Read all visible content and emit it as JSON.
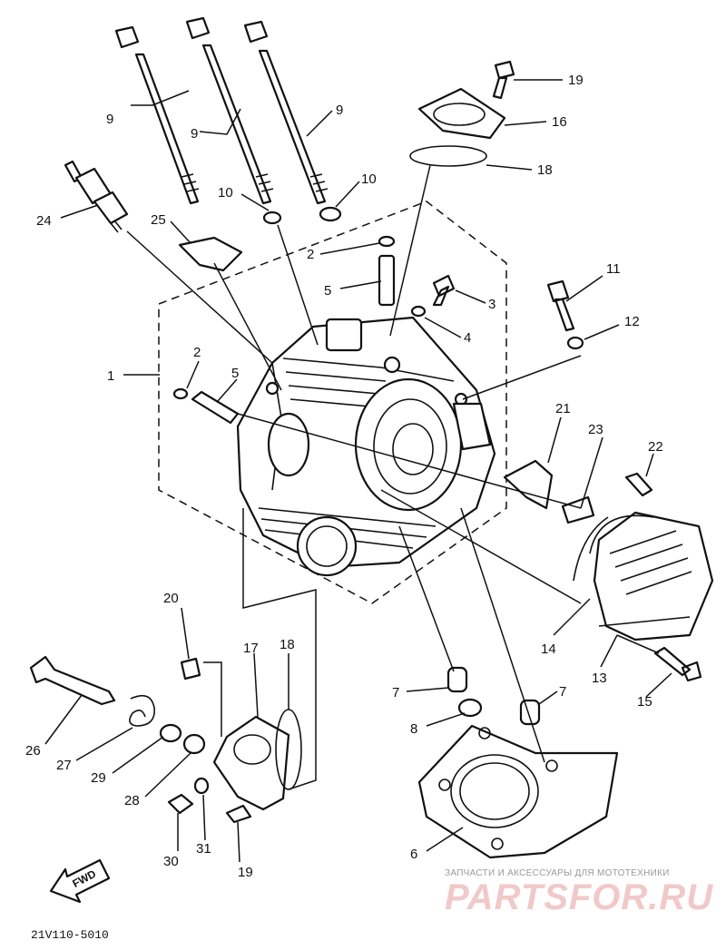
{
  "diagram": {
    "part_labels": {
      "p1": "1",
      "p2a": "2",
      "p2b": "2",
      "p3": "3",
      "p4": "4",
      "p5a": "5",
      "p5b": "5",
      "p6": "6",
      "p7a": "7",
      "p7b": "7",
      "p8": "8",
      "p9a": "9",
      "p9b": "9",
      "p9c": "9",
      "p10a": "10",
      "p10b": "10",
      "p11": "11",
      "p12": "12",
      "p13": "13",
      "p14": "14",
      "p15": "15",
      "p16": "16",
      "p17": "17",
      "p18a": "18",
      "p18b": "18",
      "p19a": "19",
      "p19b": "19",
      "p20": "20",
      "p21": "21",
      "p22": "22",
      "p23": "23",
      "p24": "24",
      "p25": "25",
      "p26": "26",
      "p27": "27",
      "p28": "28",
      "p29": "29",
      "p30": "30",
      "p31": "31"
    },
    "fwd_label": "FWD",
    "diagram_code": "21V110-5010"
  },
  "watermark": {
    "tagline": "ЗАПЧАСТИ И АКСЕССУАРЫ ДЛЯ МОТОТЕХНИКИ",
    "logo": "PARTSFOR.RU",
    "color": "#e39a9a"
  }
}
